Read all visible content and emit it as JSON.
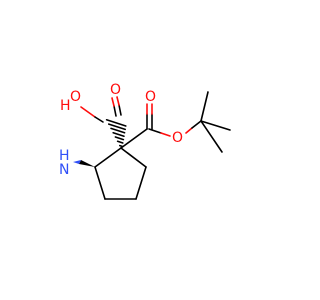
{
  "molecule": {
    "atoms": {
      "carboxyl_oh": "O",
      "carboxyl_oh_h": "H",
      "carboxyl_o": "O",
      "ester_o_double": "O",
      "ester_o": "O",
      "amine_n": "N",
      "amine_h": "H"
    }
  },
  "colors": {
    "oxygen": "#ff0d0d",
    "nitrogen": "#3050f8",
    "carbon": "#000000"
  }
}
